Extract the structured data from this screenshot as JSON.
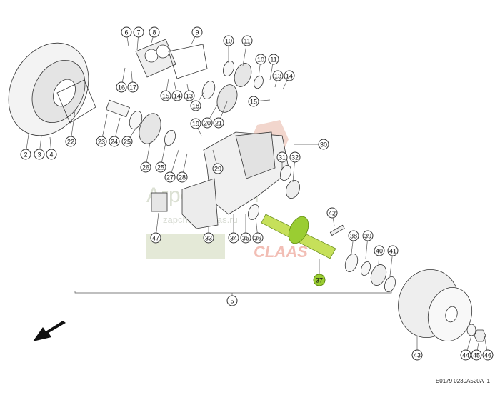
{
  "diagram": {
    "callouts": [
      {
        "id": "2",
        "highlight": false
      },
      {
        "id": "3",
        "highlight": false
      },
      {
        "id": "4",
        "highlight": false
      },
      {
        "id": "5",
        "highlight": false
      },
      {
        "id": "6",
        "highlight": false
      },
      {
        "id": "7",
        "highlight": false
      },
      {
        "id": "8",
        "highlight": false
      },
      {
        "id": "9",
        "highlight": false
      },
      {
        "id": "10a",
        "label": "10",
        "highlight": false
      },
      {
        "id": "11",
        "highlight": false
      },
      {
        "id": "10b",
        "label": "10",
        "highlight": false
      },
      {
        "id": "11b",
        "label": "11",
        "highlight": false
      },
      {
        "id": "13a",
        "label": "13",
        "highlight": false
      },
      {
        "id": "14a",
        "label": "14",
        "highlight": false
      },
      {
        "id": "15a",
        "label": "15",
        "highlight": false
      },
      {
        "id": "14b",
        "label": "14",
        "highlight": false
      },
      {
        "id": "13b",
        "label": "13",
        "highlight": false
      },
      {
        "id": "16",
        "highlight": false
      },
      {
        "id": "17",
        "highlight": false
      },
      {
        "id": "18",
        "highlight": false
      },
      {
        "id": "15b",
        "label": "15",
        "highlight": false
      },
      {
        "id": "19",
        "highlight": false
      },
      {
        "id": "20",
        "highlight": false
      },
      {
        "id": "21",
        "highlight": false
      },
      {
        "id": "22",
        "highlight": false
      },
      {
        "id": "23",
        "highlight": false
      },
      {
        "id": "24",
        "highlight": false
      },
      {
        "id": "25a",
        "label": "25",
        "highlight": false
      },
      {
        "id": "26",
        "highlight": false
      },
      {
        "id": "25b",
        "label": "25",
        "highlight": false
      },
      {
        "id": "27",
        "highlight": false
      },
      {
        "id": "28",
        "highlight": false
      },
      {
        "id": "29",
        "highlight": false
      },
      {
        "id": "30",
        "highlight": false
      },
      {
        "id": "31",
        "highlight": false
      },
      {
        "id": "32",
        "highlight": false
      },
      {
        "id": "33",
        "highlight": false
      },
      {
        "id": "34",
        "highlight": false
      },
      {
        "id": "35",
        "highlight": false
      },
      {
        "id": "36",
        "highlight": false
      },
      {
        "id": "37",
        "highlight": true
      },
      {
        "id": "38",
        "highlight": false
      },
      {
        "id": "39",
        "highlight": false
      },
      {
        "id": "40",
        "highlight": false
      },
      {
        "id": "41",
        "highlight": false
      },
      {
        "id": "42",
        "highlight": false
      },
      {
        "id": "43",
        "highlight": false
      },
      {
        "id": "44",
        "highlight": false
      },
      {
        "id": "45",
        "highlight": false
      },
      {
        "id": "46",
        "highlight": false
      },
      {
        "id": "47",
        "highlight": false
      }
    ],
    "reference_code": "E0179 0230A520A_1",
    "watermark": {
      "line1": "Агромаркет",
      "line2": "zapchasti-claas.ru",
      "brand": "CLAAS"
    },
    "colors": {
      "highlight": "#9acd32",
      "outline": "#333333",
      "watermark_green": "#b9c89a",
      "watermark_red": "#e88a7a"
    }
  }
}
